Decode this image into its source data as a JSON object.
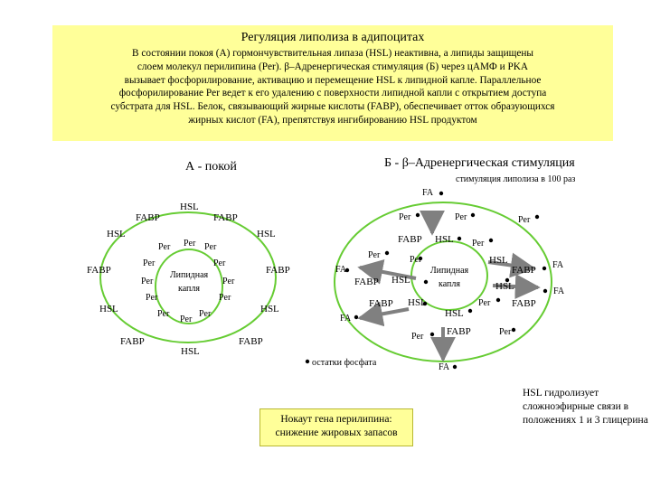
{
  "header": {
    "title": "Регуляция липолиза в адипоцитах",
    "lines": [
      "В состоянии покоя (А) гормончувствительная липаза (HSL) неактивна, а липиды защищены",
      "слоем молекул перилипина (Per). β–Адренергическая стимуляция (Б) через цАМФ и PKA",
      "вызывает фосфорилирование, активацию и перемещение HSL к липидной капле. Параллельное",
      "фосфорилирование Per ведет к его удалению с поверхности липидной капли с открытием доступа",
      "субстрата для HSL. Белок, связывающий жирные кислоты (FABP), обеспечивает отток образующихся",
      "жирных кислот (FA), препятствуя ингибированию HSL продуктом"
    ]
  },
  "panel_a": {
    "title": "А - покой",
    "droplet_label_1": "Липидная",
    "droplet_label_2": "капля"
  },
  "panel_b": {
    "title": "Б - β–Адренергическая стимуляция",
    "subtitle": "стимуляция липолиза в 100 раз",
    "droplet_label_1": "Липидная",
    "droplet_label_2": "капля",
    "phosphate_label": "остатки фосфата"
  },
  "labels": {
    "hsl": "HSL",
    "fabp": "FABP",
    "per": "Per",
    "fa": "FA"
  },
  "knockout": {
    "line1": "Нокаут гена перилипина:",
    "line2": "снижение жировых запасов"
  },
  "hsl_note": "HSL гидролизует сложноэфирные связи в положениях 1 и 3 глицерина",
  "colors": {
    "highlight": "#ffff99",
    "membrane": "#66cc33",
    "arrow": "#808080",
    "dot": "#000000"
  }
}
